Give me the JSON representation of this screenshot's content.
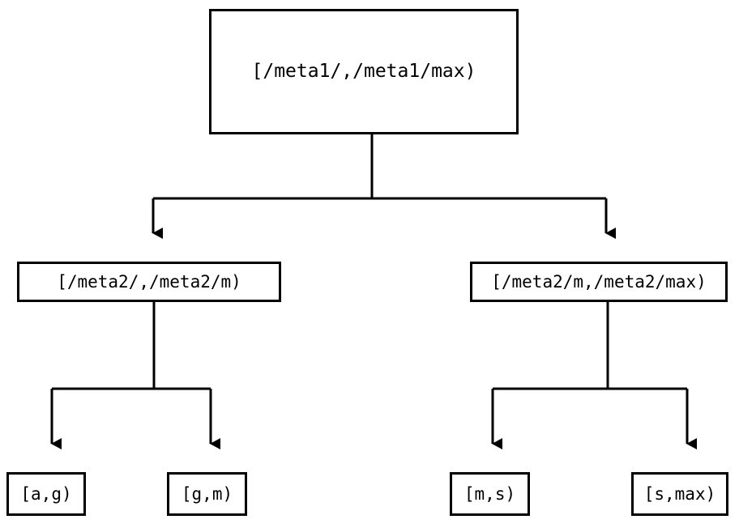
{
  "diagram": {
    "type": "interval-partition-tree",
    "background_color": "#ffffff",
    "stroke_color": "#000000",
    "nodes": {
      "root": {
        "label": "[/meta1/,/meta1/max)"
      },
      "left_mid": {
        "label": "[/meta2/,/meta2/m)"
      },
      "right_mid": {
        "label": "[/meta2/m,/meta2/max)"
      },
      "leaf_ag": {
        "label": "[a,g)"
      },
      "leaf_gm": {
        "label": "[g,m)"
      },
      "leaf_ms": {
        "label": "[m,s)"
      },
      "leaf_smax": {
        "label": "[s,max)"
      }
    },
    "edges": [
      {
        "from": "root",
        "to": "left_mid",
        "arrow": "down-triangle"
      },
      {
        "from": "root",
        "to": "right_mid",
        "arrow": "down-triangle"
      },
      {
        "from": "left_mid",
        "to": "leaf_ag",
        "arrow": "down-triangle"
      },
      {
        "from": "left_mid",
        "to": "leaf_gm",
        "arrow": "down-triangle"
      },
      {
        "from": "right_mid",
        "to": "leaf_ms",
        "arrow": "down-triangle"
      },
      {
        "from": "right_mid",
        "to": "leaf_smax",
        "arrow": "down-triangle"
      }
    ]
  }
}
